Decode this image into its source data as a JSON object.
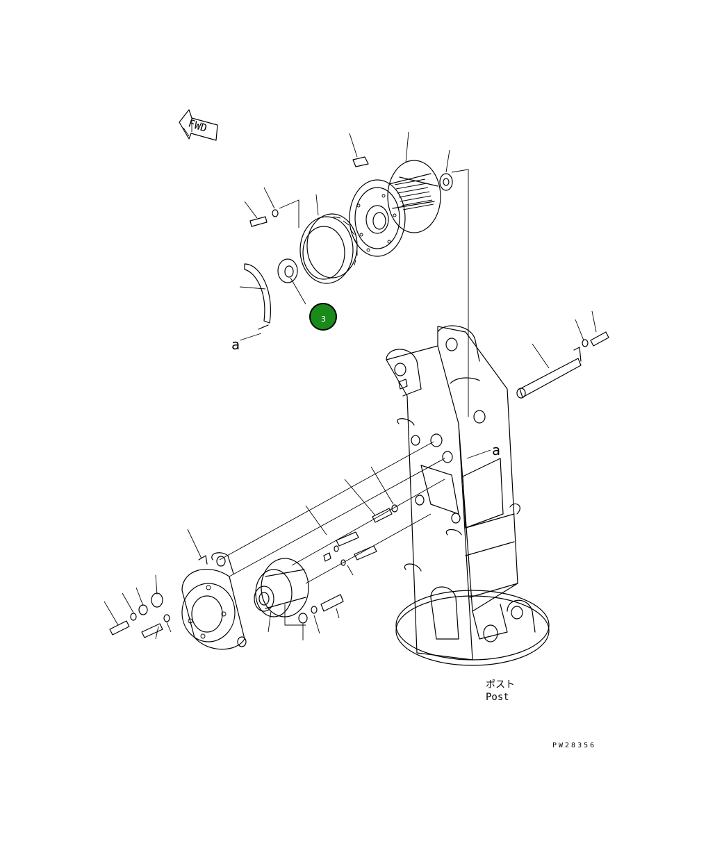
{
  "diagram": {
    "fwd_label": "FWD",
    "ref_a_top": "a",
    "ref_a_right": "a",
    "post_label_jp": "ポスト",
    "post_label_en": "Post",
    "drawing_number": "PW28356"
  },
  "callouts": [
    {
      "label": "3",
      "color": "#1a8a1a"
    }
  ],
  "colors": {
    "line": "#000000",
    "background": "#ffffff",
    "callout_fill": "#1a8a1a"
  }
}
